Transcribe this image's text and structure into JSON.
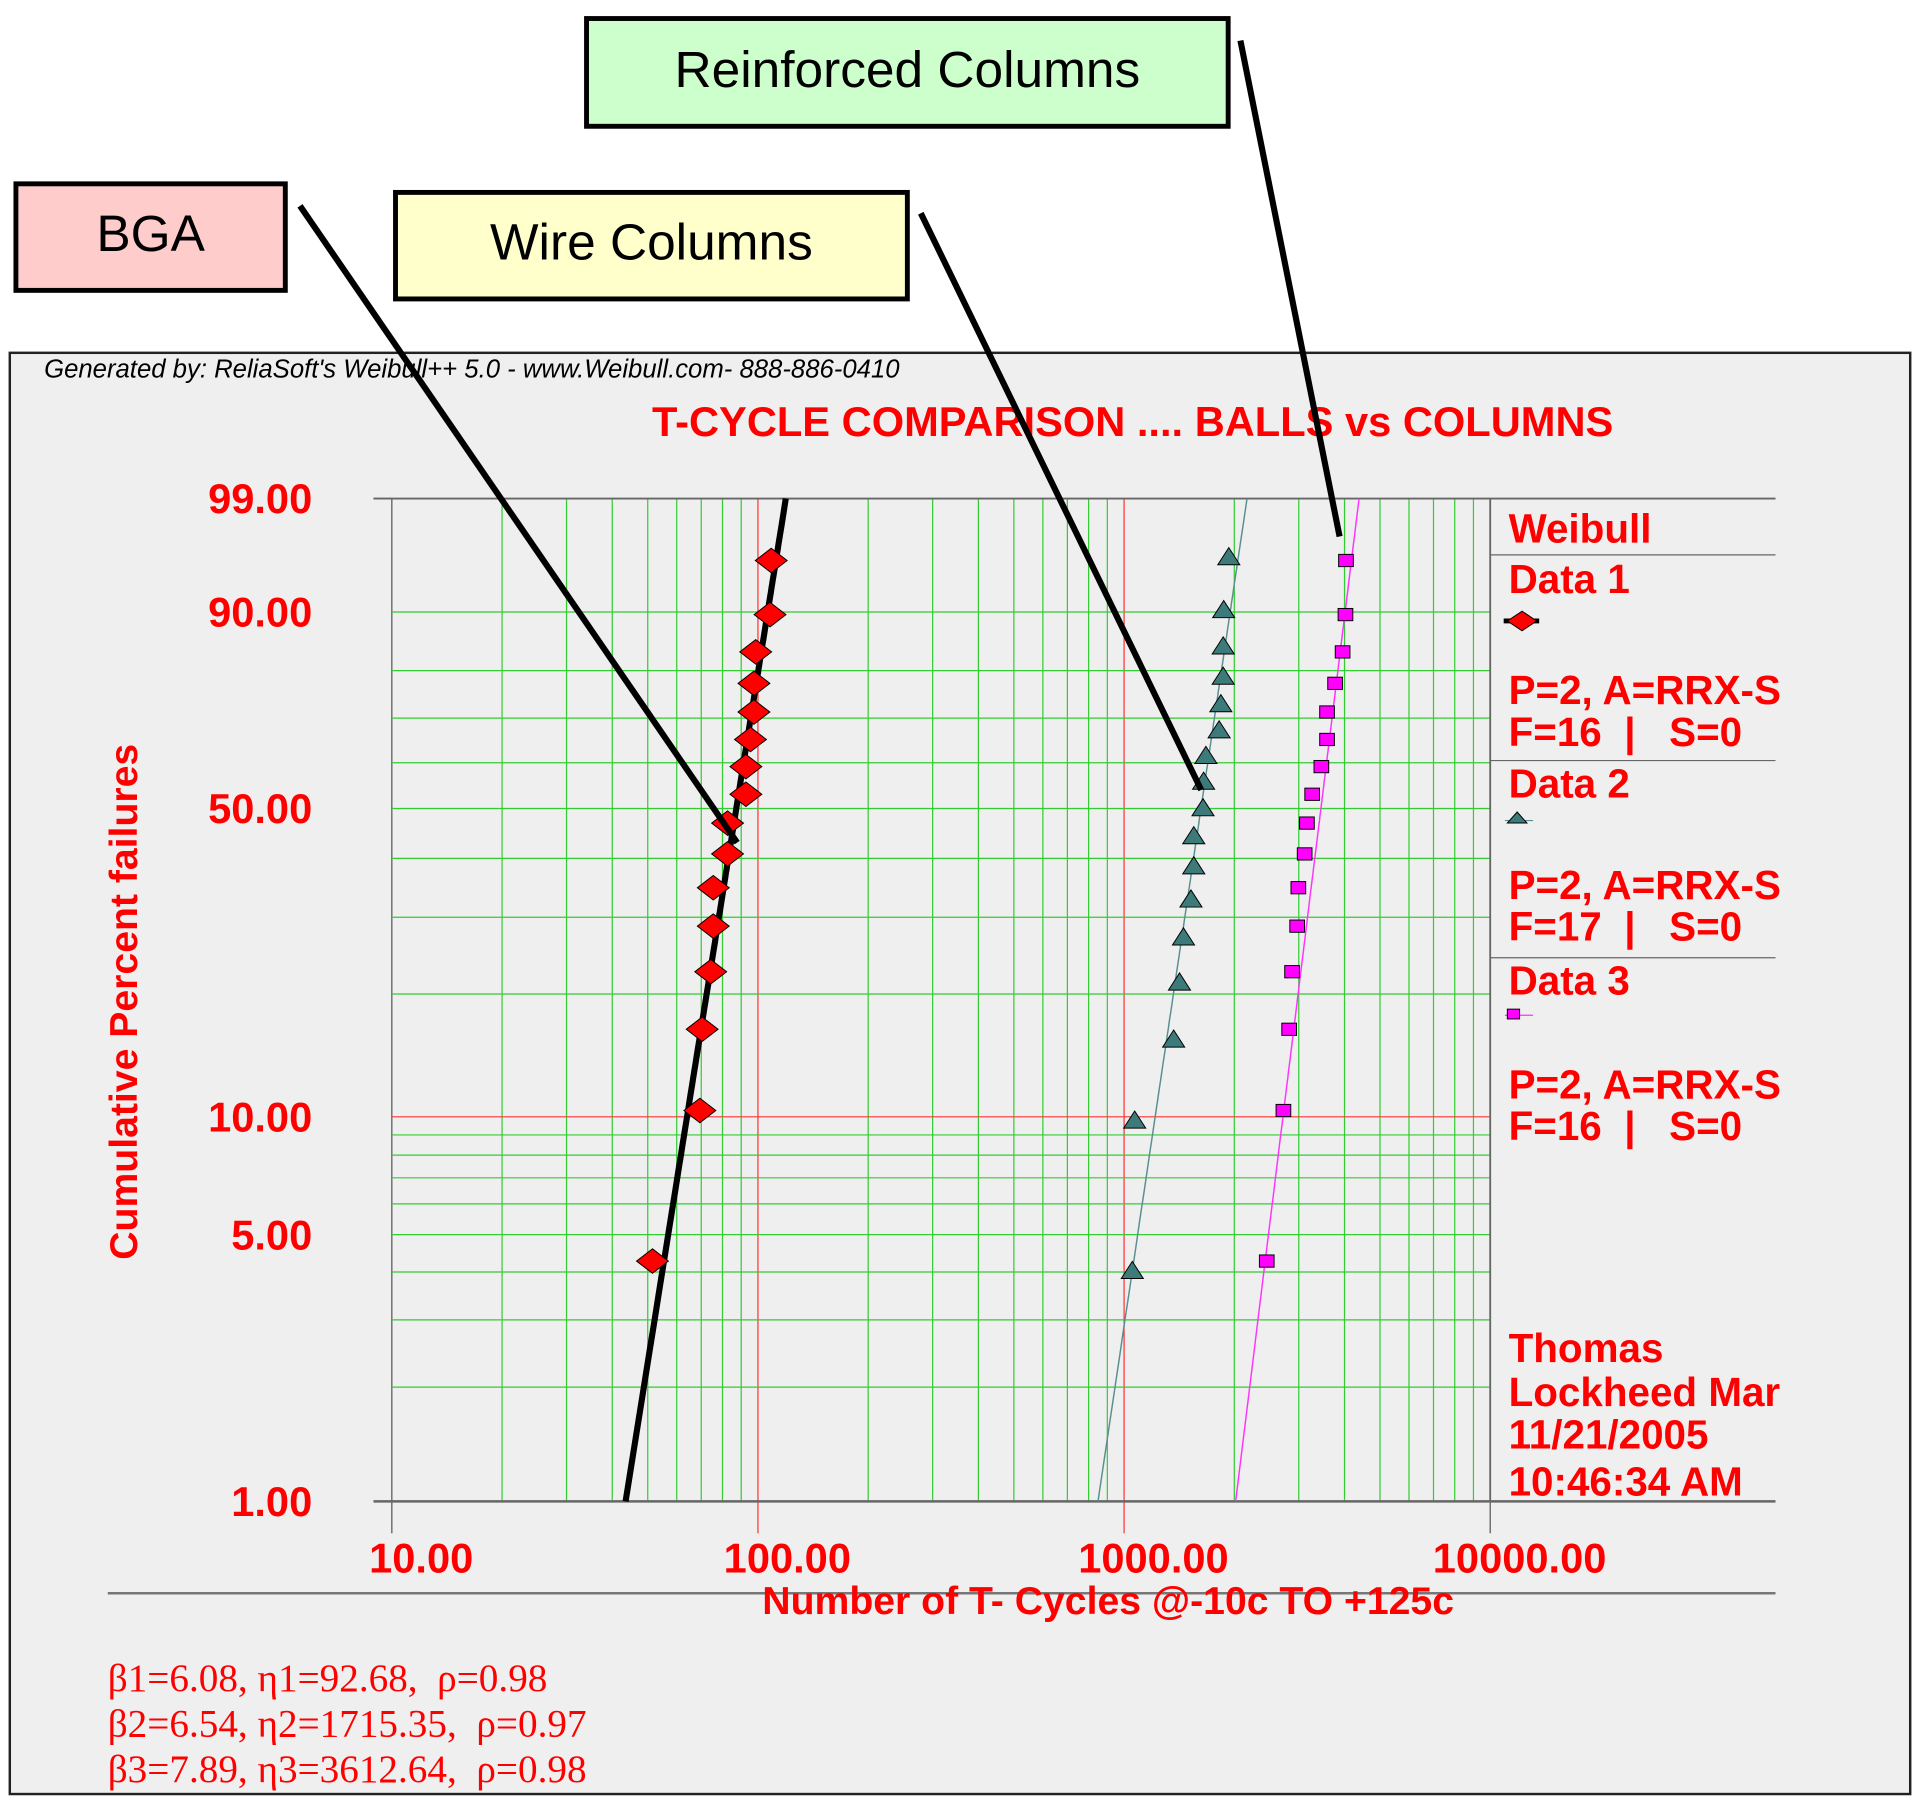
{
  "callouts": {
    "bga": "BGA",
    "wire_columns": "Wire Columns",
    "reinforced_columns": "Reinforced Columns"
  },
  "generated_by": "Generated by: ReliaSoft's Weibull++ 5.0 - www.Weibull.com- 888-886-0410",
  "legend": {
    "title": "Weibull",
    "entries": [
      {
        "name": "Data 1",
        "params": "P=2, A=RRX-S",
        "counts": "F=16  |   S=0"
      },
      {
        "name": "Data 2",
        "params": "P=2, A=RRX-S",
        "counts": "F=17  |   S=0"
      },
      {
        "name": "Data 3",
        "params": "P=2, A=RRX-S",
        "counts": "F=16  |   S=0"
      }
    ],
    "author": "Thomas",
    "company": "Lockheed Mar",
    "date": "11/21/2005",
    "time": "10:46:34 AM"
  },
  "stats": [
    "β1=6.08, η1=92.68,  ρ=0.98",
    "β2=6.54, η2=1715.35,  ρ=0.97",
    "β3=7.89, η3=3612.64,  ρ=0.98"
  ],
  "chart_data": {
    "type": "scatter",
    "title": "T-CYCLE  COMPARISON .... BALLS vs COLUMNS",
    "xlabel": "Number of T- Cycles @-10c TO +125c",
    "ylabel": "Cumulative Percent failures",
    "x_scale": "log",
    "y_scale": "weibull",
    "xlim": [
      10,
      10000
    ],
    "ylim": [
      1,
      99
    ],
    "x_ticks": [
      "10.00",
      "100.00",
      "1000.00",
      "10000.00"
    ],
    "x_tick_values": [
      10,
      100,
      1000,
      10000
    ],
    "y_ticks": [
      "99.00",
      "90.00",
      "50.00",
      "10.00",
      "5.00",
      "1.00"
    ],
    "y_tick_values": [
      99,
      90,
      50,
      10,
      5,
      1
    ],
    "grid": true,
    "legend_position": "right",
    "colors": {
      "text": "#ff0000",
      "grid": "#33cc33",
      "decade": "#ff3333",
      "background": "#efefef"
    },
    "series": [
      {
        "name": "Data 1",
        "marker": "diamond",
        "color": "#ff0000",
        "line_color": "#000000",
        "beta": 6.08,
        "eta": 92.68,
        "x": [
          51.5,
          69.4,
          70.4,
          74.3,
          75.5,
          75.5,
          82.6,
          82.6,
          92.7,
          92.7,
          95.4,
          97.5,
          97.5,
          98.6,
          107.9,
          108.7
        ],
        "y": [
          4.27,
          10.37,
          16.46,
          22.56,
          28.66,
          34.76,
          40.85,
          46.95,
          53.05,
          59.15,
          65.24,
          71.34,
          77.44,
          83.54,
          89.63,
          95.73
        ]
      },
      {
        "name": "Data 2",
        "marker": "triangle",
        "color": "#3d7a7a",
        "line_color": "#5a8f8f",
        "beta": 6.54,
        "eta": 1715.35,
        "x": [
          1053,
          1069,
          1366,
          1417,
          1453,
          1523,
          1550,
          1550,
          1643,
          1649,
          1673,
          1818,
          1838,
          1865,
          1865,
          1871,
          1932
        ],
        "y": [
          4.02,
          9.77,
          15.52,
          21.26,
          27.01,
          32.76,
          38.51,
          44.25,
          50.0,
          55.75,
          61.49,
          67.24,
          72.99,
          78.74,
          84.48,
          90.23,
          95.98
        ]
      },
      {
        "name": "Data 3",
        "marker": "square",
        "color": "#ff00ff",
        "line_color": "#ff33ff",
        "beta": 7.89,
        "eta": 3612.64,
        "x": [
          2453,
          2724,
          2824,
          2876,
          2970,
          2992,
          3113,
          3158,
          3264,
          3458,
          3584,
          3584,
          3770,
          3952,
          4024,
          4037
        ],
        "y": [
          4.27,
          10.37,
          16.46,
          22.56,
          28.66,
          34.76,
          40.85,
          46.95,
          53.05,
          59.15,
          65.24,
          71.34,
          77.44,
          83.54,
          89.63,
          95.73
        ]
      }
    ]
  }
}
